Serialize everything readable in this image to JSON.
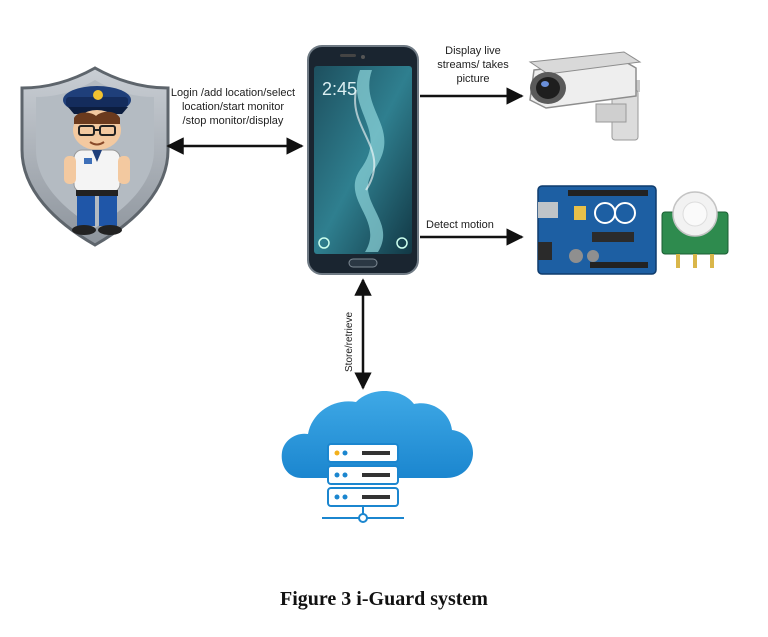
{
  "labels": {
    "guard_actions": [
      "Login /add location/select",
      "location/start monitor",
      "/stop monitor/display"
    ],
    "camera_action": [
      "Display live",
      "streams/ takes",
      "picture"
    ],
    "motion_action": "Detect motion",
    "cloud_action": "Store/retrieve",
    "phone_time": "2:45"
  },
  "caption": "Figure 3 i-Guard system"
}
